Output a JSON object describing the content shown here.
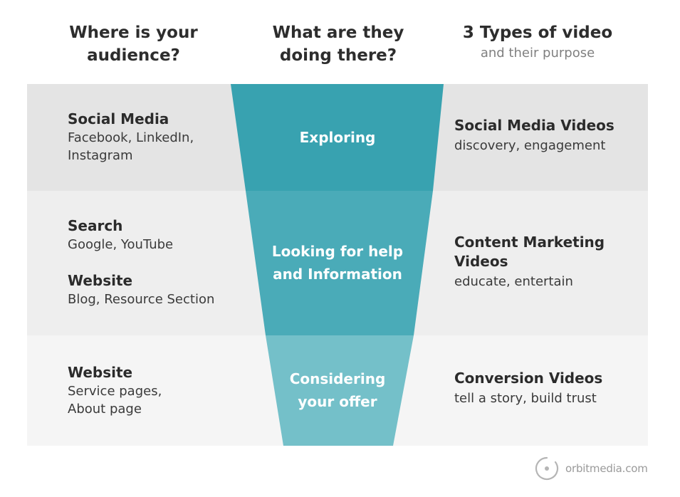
{
  "headers": {
    "left": [
      "Where is your",
      "audience?"
    ],
    "middle": [
      "What are they",
      "doing there?"
    ],
    "right_title": "3 Types of video",
    "right_subtitle": "and their purpose"
  },
  "funnel": {
    "stages": [
      {
        "lines": [
          "Exploring"
        ],
        "color": "#38a2b0"
      },
      {
        "lines": [
          "Looking for help",
          "and Information"
        ],
        "color": "#4aabb8"
      },
      {
        "lines": [
          "Considering",
          "your offer"
        ],
        "color": "#74c0c9"
      }
    ]
  },
  "audience": {
    "social": {
      "title": "Social Media",
      "desc": [
        "Facebook, LinkedIn,",
        "Instagram"
      ]
    },
    "search": {
      "title": "Search",
      "desc": [
        "Google, YouTube"
      ]
    },
    "website_blog": {
      "title": "Website",
      "desc": [
        "Blog, Resource Section"
      ]
    },
    "website_pages": {
      "title": "Website",
      "desc": [
        "Service pages,",
        "About page"
      ]
    }
  },
  "video_types": {
    "social": {
      "title": [
        "Social Media Videos"
      ],
      "desc": "discovery, engagement"
    },
    "content": {
      "title": [
        "Content Marketing",
        "Videos"
      ],
      "desc": "educate, entertain"
    },
    "conversion": {
      "title": [
        "Conversion Videos"
      ],
      "desc": "tell a story, build trust"
    }
  },
  "logo": {
    "text": "orbitmedia.com",
    "icon": "orbit-circle-icon"
  }
}
